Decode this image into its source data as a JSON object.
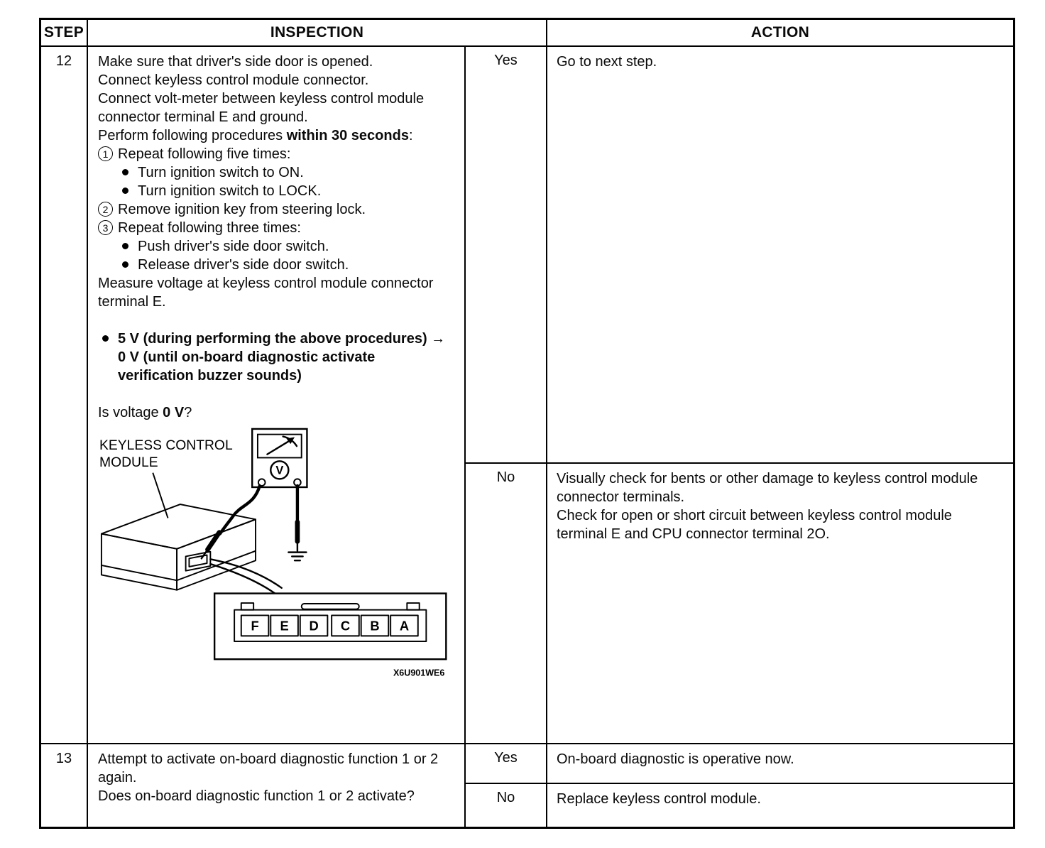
{
  "page": {
    "headers": {
      "step": "STEP",
      "inspection": "INSPECTION",
      "action": "ACTION"
    }
  },
  "step12": {
    "num": "12",
    "p1": "Make sure that driver's side door is opened.",
    "p2": "Connect keyless control module connector.",
    "p3": "Connect volt-meter between keyless control module connector terminal E and ground.",
    "p4a": "Perform following procedures ",
    "p4b": "within 30 seconds",
    "p4c": ":",
    "item1_num": "1",
    "item1": "Repeat following five times:",
    "item1_b1": "Turn ignition switch to ON.",
    "item1_b2": "Turn ignition switch to LOCK.",
    "item2_num": "2",
    "item2": "Remove ignition key from steering lock.",
    "item3_num": "3",
    "item3": "Repeat following three times:",
    "item3_b1": "Push driver's side door switch.",
    "item3_b2": "Release driver's side door switch.",
    "p5": "Measure voltage at keyless control module connector terminal E.",
    "voltage": "5 V (during performing the above procedures) → 0 V (until on-board diagnostic activate verification buzzer sounds)",
    "qa": "Is voltage ",
    "qb": "0 V",
    "qc": "?",
    "yes_label": "Yes",
    "yes_action": "Go to next step.",
    "no_label": "No",
    "no_action_1": "Visually check for bents or other damage to keyless control module connector terminals.",
    "no_action_2": "Check for open or short circuit between keyless control module terminal E and CPU connector terminal 2O.",
    "diagram": {
      "label1": "KEYLESS CONTROL",
      "label2": "MODULE",
      "meter": "V",
      "t1": "F",
      "t2": "E",
      "t3": "D",
      "t4": "C",
      "t5": "B",
      "t6": "A",
      "code": "X6U901WE6"
    }
  },
  "step13": {
    "num": "13",
    "p1": "Attempt to activate on-board diagnostic function 1 or 2 again.",
    "p2": "Does on-board diagnostic function 1 or 2 activate?",
    "yes_label": "Yes",
    "yes_action": "On-board diagnostic is operative now.",
    "no_label": "No",
    "no_action": "Replace keyless control module."
  }
}
